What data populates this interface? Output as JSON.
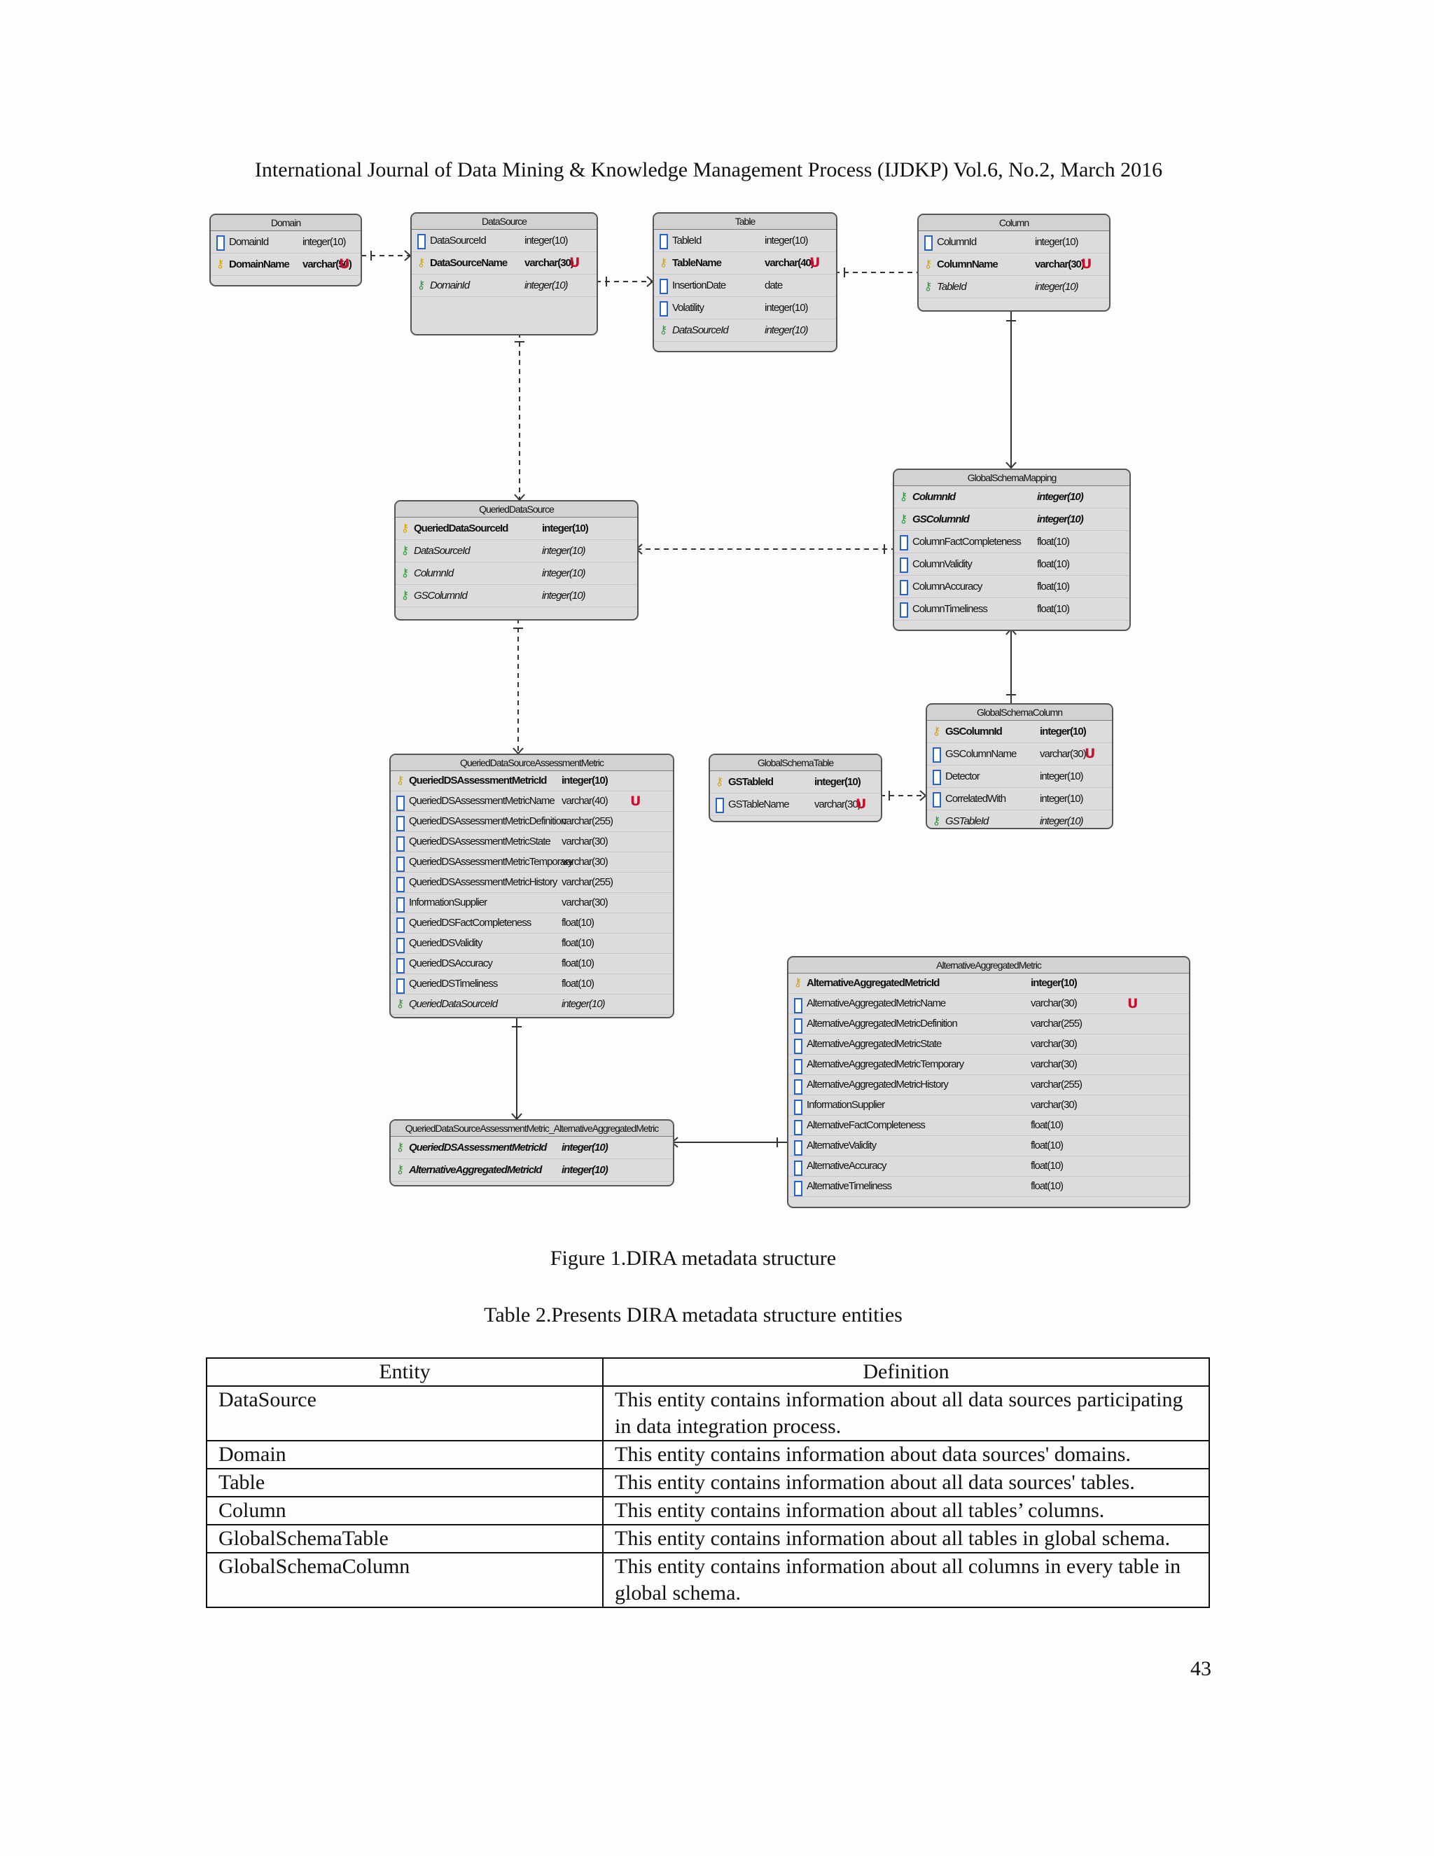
{
  "header": "International Journal of Data Mining & Knowledge Management Process (IJDKP) Vol.6, No.2, March 2016",
  "figure_caption": "Figure 1.DIRA metadata structure",
  "table_caption": "Table 2.Presents DIRA metadata structure entities",
  "page_number": "43",
  "entities": {
    "domain": {
      "title": "Domain",
      "rows": [
        {
          "name": "DomainId",
          "type": "integer(10)"
        },
        {
          "name": "DomainName",
          "type": "varchar(50)",
          "unique": "U"
        }
      ]
    },
    "datasource": {
      "title": "DataSource",
      "rows": [
        {
          "name": "DataSourceId",
          "type": "integer(10)"
        },
        {
          "name": "DataSourceName",
          "type": "varchar(30)",
          "unique": "U"
        },
        {
          "name": "DomainId",
          "type": "integer(10)"
        }
      ]
    },
    "table": {
      "title": "Table",
      "rows": [
        {
          "name": "TableId",
          "type": "integer(10)"
        },
        {
          "name": "TableName",
          "type": "varchar(40)",
          "unique": "U"
        },
        {
          "name": "InsertionDate",
          "type": "date"
        },
        {
          "name": "Volatility",
          "type": "integer(10)"
        },
        {
          "name": "DataSourceId",
          "type": "integer(10)"
        }
      ]
    },
    "column": {
      "title": "Column",
      "rows": [
        {
          "name": "ColumnId",
          "type": "integer(10)"
        },
        {
          "name": "ColumnName",
          "type": "varchar(30)",
          "unique": "U"
        },
        {
          "name": "TableId",
          "type": "integer(10)"
        }
      ]
    },
    "gsm": {
      "title": "GlobalSchemaMapping",
      "rows": [
        {
          "name": "ColumnId",
          "type": "integer(10)"
        },
        {
          "name": "GSColumnId",
          "type": "integer(10)"
        },
        {
          "name": "ColumnFactCompleteness",
          "type": "float(10)"
        },
        {
          "name": "ColumnValidity",
          "type": "float(10)"
        },
        {
          "name": "ColumnAccuracy",
          "type": "float(10)"
        },
        {
          "name": "ColumnTimeliness",
          "type": "float(10)"
        }
      ]
    },
    "qds": {
      "title": "QueriedDataSource",
      "rows": [
        {
          "name": "QueriedDataSourceId",
          "type": "integer(10)"
        },
        {
          "name": "DataSourceId",
          "type": "integer(10)"
        },
        {
          "name": "ColumnId",
          "type": "integer(10)"
        },
        {
          "name": "GSColumnId",
          "type": "integer(10)"
        }
      ]
    },
    "gsc": {
      "title": "GlobalSchemaColumn",
      "rows": [
        {
          "name": "GSColumnId",
          "type": "integer(10)"
        },
        {
          "name": "GSColumnName",
          "type": "varchar(30)",
          "unique": "U"
        },
        {
          "name": "Detector",
          "type": "integer(10)"
        },
        {
          "name": "CorrelatedWith",
          "type": "integer(10)"
        },
        {
          "name": "GSTableId",
          "type": "integer(10)"
        }
      ]
    },
    "gst": {
      "title": "GlobalSchemaTable",
      "rows": [
        {
          "name": "GSTableId",
          "type": "integer(10)"
        },
        {
          "name": "GSTableName",
          "type": "varchar(30)",
          "unique": "U"
        }
      ]
    },
    "qdsam": {
      "title": "QueriedDataSourceAssessmentMetric",
      "rows": [
        {
          "name": "QueriedDSAssessmentMetricId",
          "type": "integer(10)"
        },
        {
          "name": "QueriedDSAssessmentMetricName",
          "type": "varchar(40)",
          "unique": "U"
        },
        {
          "name": "QueriedDSAssessmentMetricDefinition",
          "type": "varchar(255)"
        },
        {
          "name": "QueriedDSAssessmentMetricState",
          "type": "varchar(30)"
        },
        {
          "name": "QueriedDSAssessmentMetricTemporary",
          "type": "varchar(30)"
        },
        {
          "name": "QueriedDSAssessmentMetricHistory",
          "type": "varchar(255)"
        },
        {
          "name": "InformationSupplier",
          "type": "varchar(30)"
        },
        {
          "name": "QueriedDSFactCompleteness",
          "type": "float(10)"
        },
        {
          "name": "QueriedDSValidity",
          "type": "float(10)"
        },
        {
          "name": "QueriedDSAccuracy",
          "type": "float(10)"
        },
        {
          "name": "QueriedDSTimeliness",
          "type": "float(10)"
        },
        {
          "name": "QueriedDataSourceId",
          "type": "integer(10)"
        }
      ]
    },
    "aam": {
      "title": "AlternativeAggregatedMetric",
      "rows": [
        {
          "name": "AlternativeAggregatedMetricId",
          "type": "integer(10)"
        },
        {
          "name": "AlternativeAggregatedMetricName",
          "type": "varchar(30)",
          "unique": "U"
        },
        {
          "name": "AlternativeAggregatedMetricDefinition",
          "type": "varchar(255)"
        },
        {
          "name": "AlternativeAggregatedMetricState",
          "type": "varchar(30)"
        },
        {
          "name": "AlternativeAggregatedMetricTemporary",
          "type": "varchar(30)"
        },
        {
          "name": "AlternativeAggregatedMetricHistory",
          "type": "varchar(255)"
        },
        {
          "name": "InformationSupplier",
          "type": "varchar(30)"
        },
        {
          "name": "AlternativeFactCompleteness",
          "type": "float(10)"
        },
        {
          "name": "AlternativeValidity",
          "type": "float(10)"
        },
        {
          "name": "AlternativeAccuracy",
          "type": "float(10)"
        },
        {
          "name": "AlternativeTimeliness",
          "type": "float(10)"
        }
      ]
    },
    "link": {
      "title": "QueriedDataSourceAssessmentMetric_AlternativeAggregatedMetric",
      "rows": [
        {
          "name": "QueriedDSAssessmentMetricId",
          "type": "integer(10)"
        },
        {
          "name": "AlternativeAggregatedMetricId",
          "type": "integer(10)"
        }
      ]
    }
  },
  "definitions_table": {
    "headers": [
      "Entity",
      "Definition"
    ],
    "rows": [
      {
        "entity": "DataSource",
        "definition": "This entity contains information about all data sources participating in data integration process."
      },
      {
        "entity": "Domain",
        "definition": "This entity contains information about data sources' domains."
      },
      {
        "entity": "Table",
        "definition": "This entity contains information about all data sources' tables."
      },
      {
        "entity": "Column",
        "definition": "This entity contains information about all tables’ columns."
      },
      {
        "entity": "GlobalSchemaTable",
        "definition": "This entity contains information about all tables in global schema."
      },
      {
        "entity": "GlobalSchemaColumn",
        "definition": "This entity contains information about all columns in every table in global schema."
      }
    ]
  }
}
